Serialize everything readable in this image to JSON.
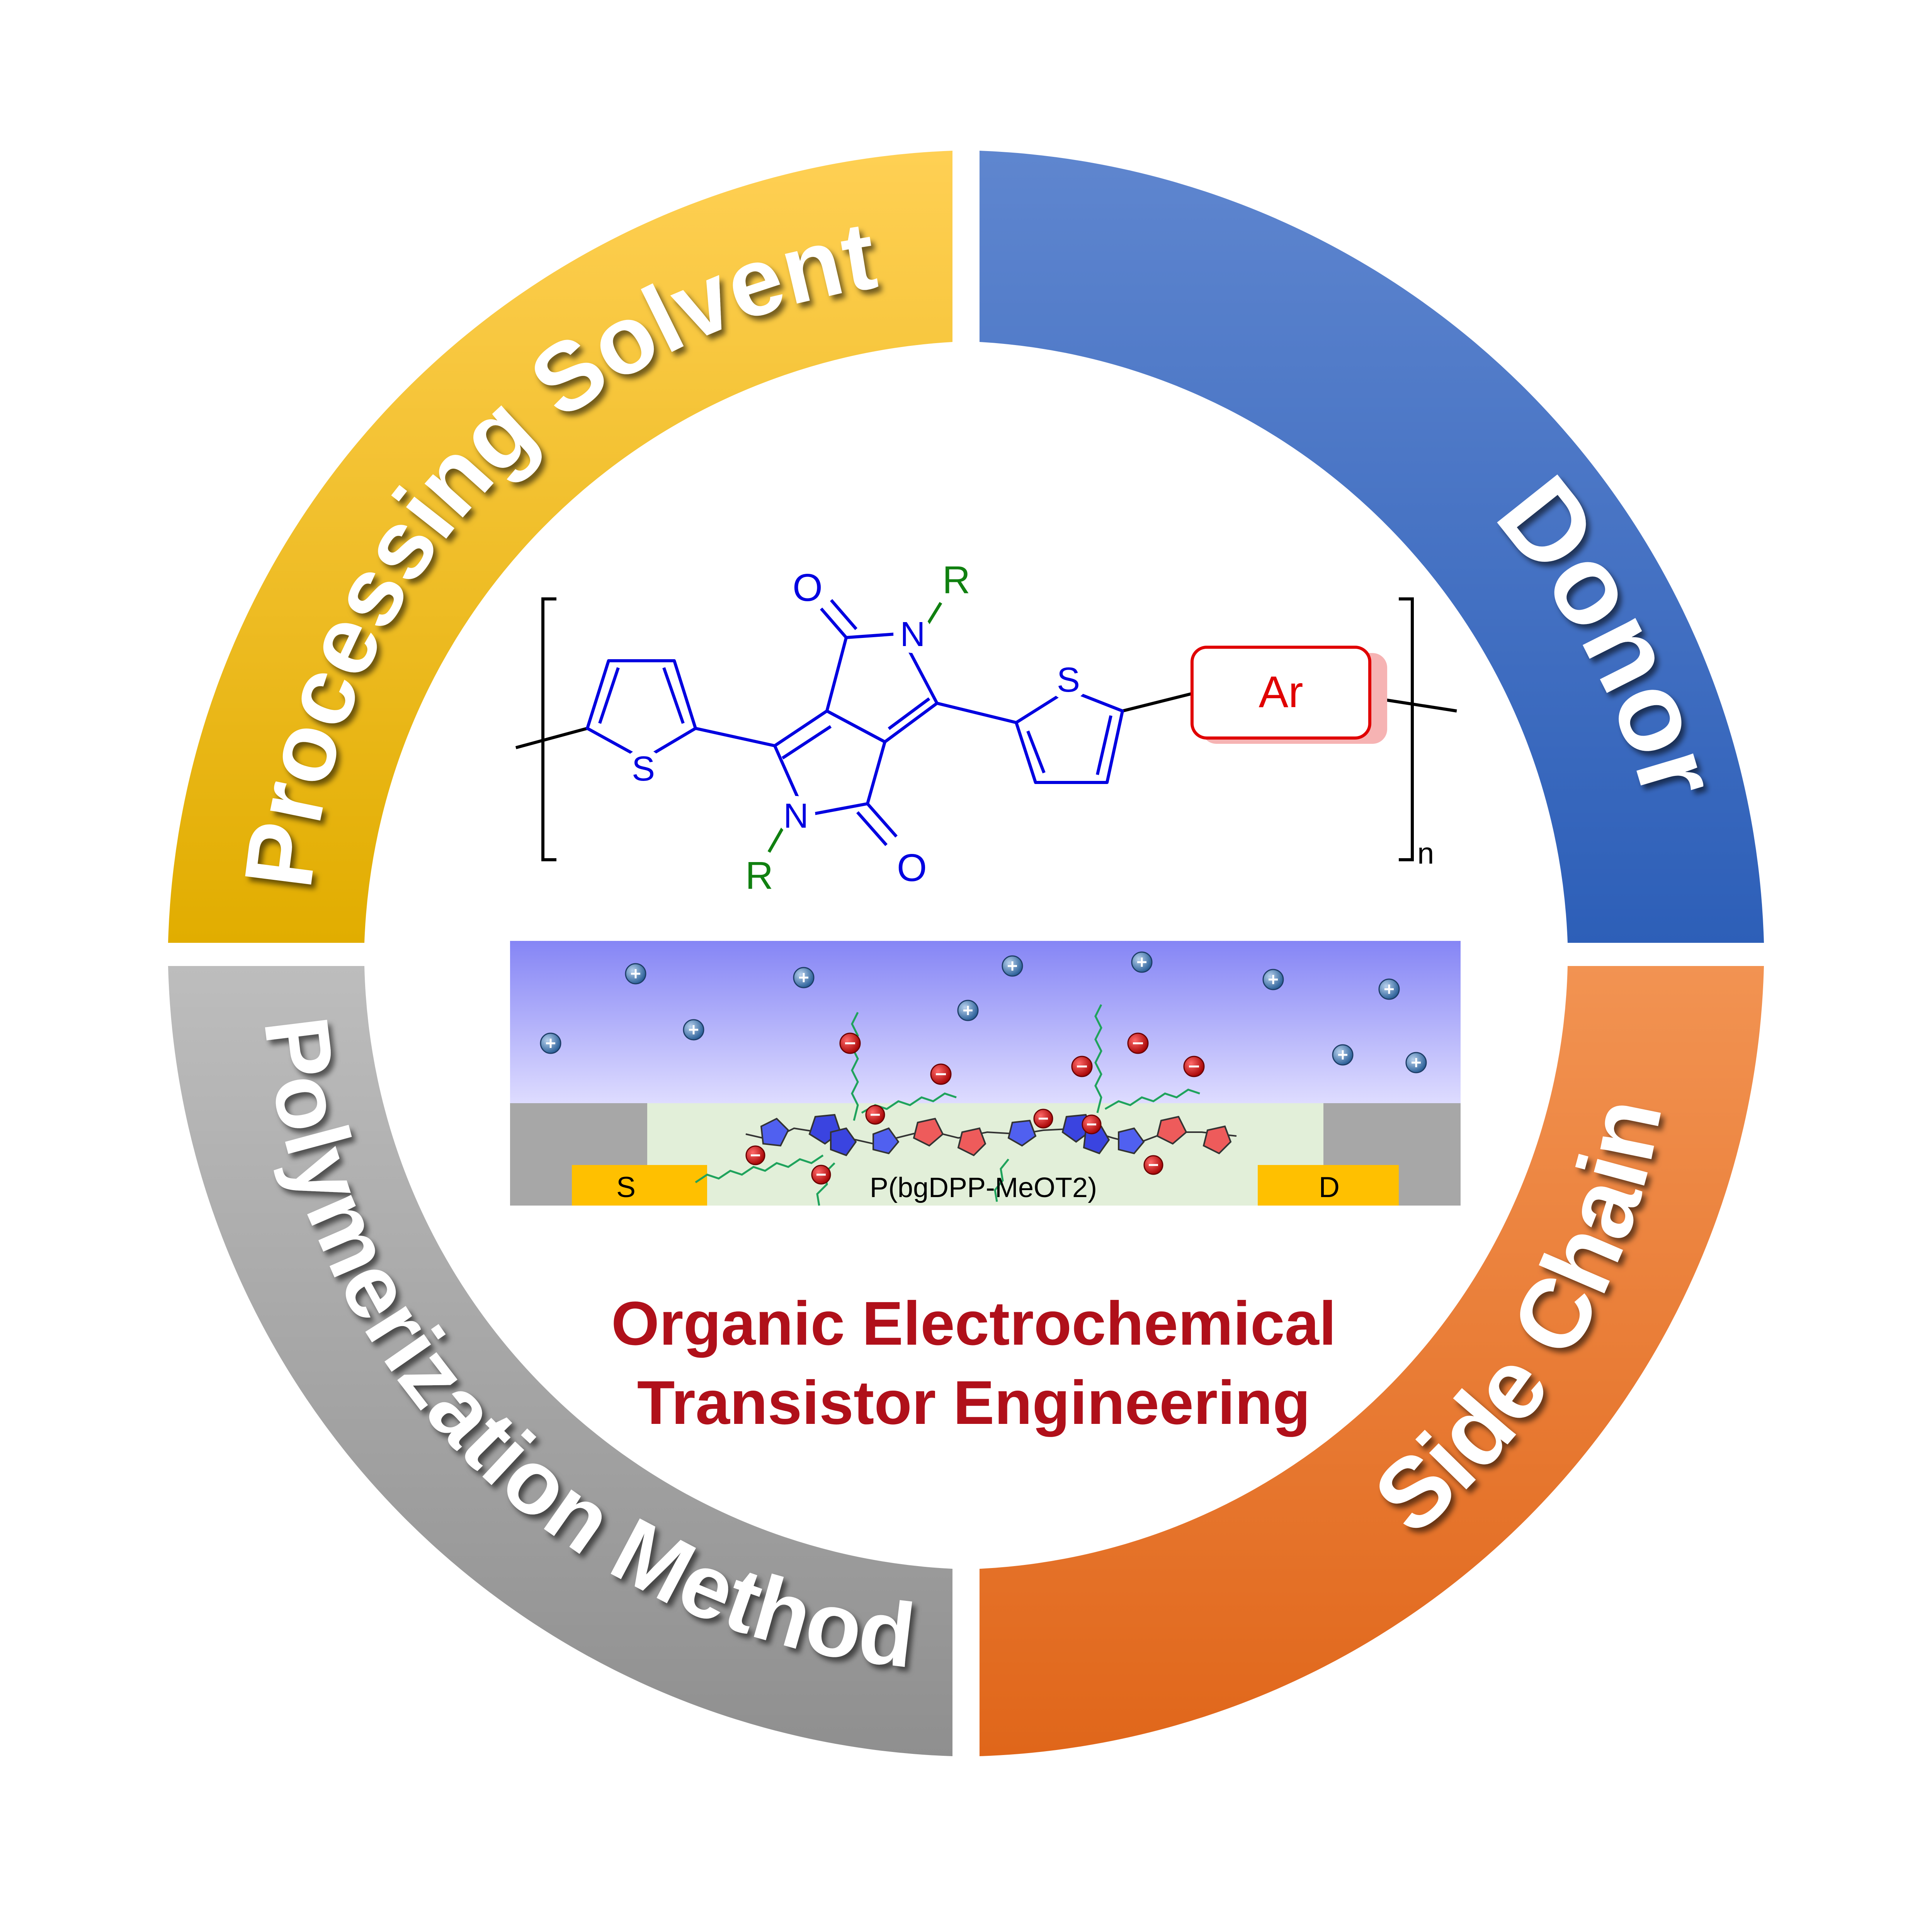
{
  "ring": {
    "segments": [
      {
        "id": "processing-solvent",
        "label": "Processing Solvent",
        "color_top": "#ffd054",
        "color_bottom": "#e1ad00"
      },
      {
        "id": "donor",
        "label": "Donor",
        "color_top": "#5f86cf",
        "color_bottom": "#2d5fb8"
      },
      {
        "id": "side-chain",
        "label": "Side Chain",
        "color_top": "#f29352",
        "color_bottom": "#e0661a"
      },
      {
        "id": "polymerization-method",
        "label": "Polymerization Method",
        "color_top": "#bdbdbd",
        "color_bottom": "#8f8f8f"
      }
    ]
  },
  "structure": {
    "o_top": "O",
    "o_bottom": "O",
    "n_top": "N",
    "n_bottom": "N",
    "r_top": "R",
    "r_bottom": "R",
    "s_left": "S",
    "s_right": "S",
    "ar": "Ar",
    "subscript": "n",
    "bond_color": "#0000e0",
    "r_color": "#108010",
    "ar_color": "#e00000"
  },
  "device": {
    "source_label": "S",
    "drain_label": "D",
    "polymer_label": "P(bgDPP-MeOT2)"
  },
  "title": {
    "line1": "Organic Electrochemical",
    "line2": "Transistor Engineering"
  }
}
